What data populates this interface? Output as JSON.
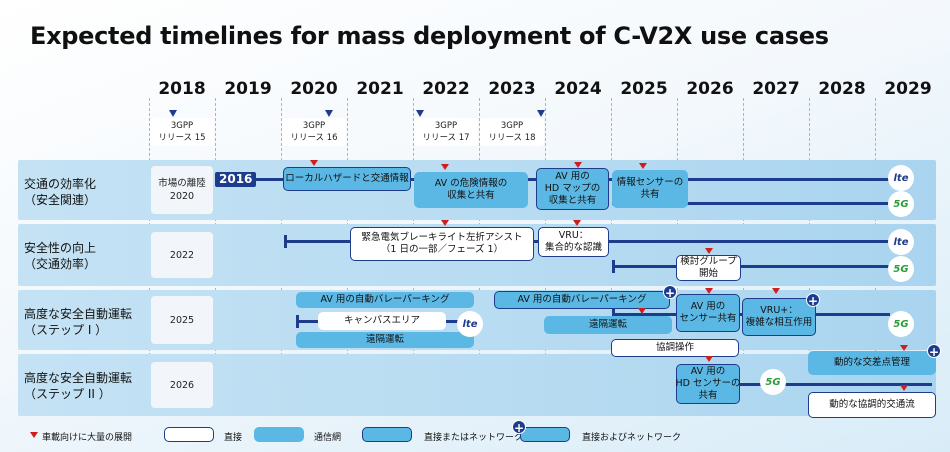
{
  "title": "Expected timelines for mass deployment of C-V2X use cases",
  "years": [
    "2018",
    "2019",
    "2020",
    "2021",
    "2022",
    "2023",
    "2024",
    "2025",
    "2026",
    "2027",
    "2028",
    "2029"
  ],
  "releases": [
    {
      "line1": "3GPP",
      "line2": "リリース 15"
    },
    {
      "line1": "3GPP",
      "line2": "リリース 16"
    },
    {
      "line1": "3GPP",
      "line2": "リリース 17"
    },
    {
      "line1": "3GPP",
      "line2": "リリース 18"
    }
  ],
  "rows": [
    {
      "label1": "交通の効率化",
      "label2": "（安全関連）",
      "year1": "市場の離陸",
      "year2": "2020"
    },
    {
      "label1": "安全性の向上",
      "label2": "（交通効率）",
      "year1": "2022",
      "year2": ""
    },
    {
      "label1": "高度な安全自動運転",
      "label2": "（ステップ I ）",
      "year1": "2025",
      "year2": ""
    },
    {
      "label1": "高度な安全自動運転",
      "label2": "（ステップ II ）",
      "year1": "2026",
      "year2": ""
    }
  ],
  "boxes": {
    "tag_2016": "2016",
    "local_hazard": "ローカルハザードと交通情報",
    "av_hazard_1": "AV の危険情報の",
    "av_hazard_2": "収集と共有",
    "hd_map_1": "AV 用の",
    "hd_map_2": "HD マップの",
    "hd_map_3": "収集と共有",
    "sensor_info_1": "情報センサーの",
    "sensor_info_2": "共有",
    "brake_1": "緊急電気ブレーキライト左折アシスト",
    "brake_2": "（1 日の一部／フェーズ 1）",
    "vru_1": "VRU：",
    "vru_2": "集合的な認識",
    "study_1": "検討グループ",
    "study_2": "開始",
    "valet_1": "AV 用の自動バレーパーキング",
    "campus": "キャンパスエリア",
    "remote_1": "遠隔運転",
    "valet_2": "AV 用の自動バレーパーキング",
    "remote_2": "遠隔運転",
    "sensor_share_1": "AV 用の",
    "sensor_share_2": "センサー共有",
    "vru_plus_1": "VRU+：",
    "vru_plus_2": "複雑な相互作用",
    "coop_op": "協調操作",
    "hd_sensor_1": "AV 用の",
    "hd_sensor_2": "HD センサーの",
    "hd_sensor_3": "共有",
    "dynamic_inter": "動的な交差点管理",
    "dynamic_flow": "動的な協調的交通流"
  },
  "tech": {
    "lte": "lte",
    "g5": "5G"
  },
  "legend": {
    "mass": "車載向けに大量の展開",
    "direct": "直接",
    "network": "通信網",
    "direct_or_network": "直接またはネットワーク",
    "direct_and_network": "直接およびネットワーク"
  },
  "colors": {
    "navy": "#1e3c8c",
    "cyan": "#5bb8e4",
    "band": "#b9dcf1",
    "red": "#d01e1e"
  }
}
